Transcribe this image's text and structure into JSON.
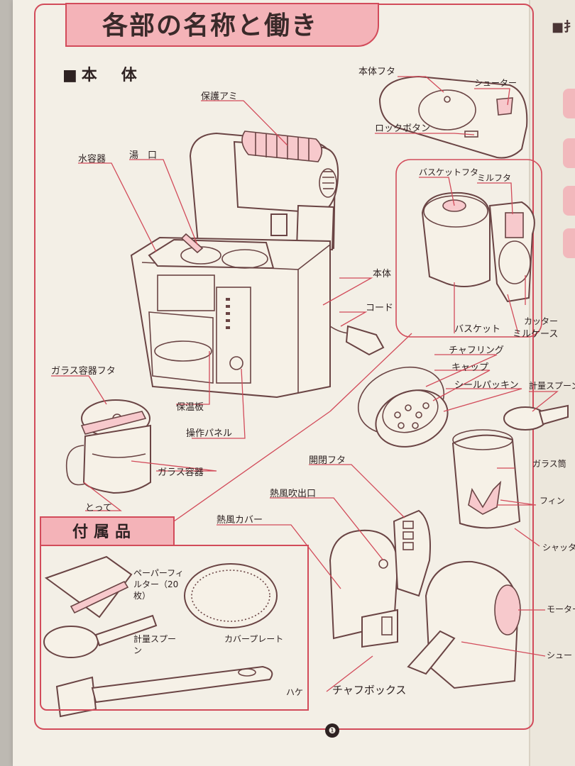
{
  "page": {
    "title": "各部の名称と働き",
    "page_number": "❶",
    "right_page_title": "■扌"
  },
  "sections": {
    "main_body": "■本　体",
    "accessories": "付属品"
  },
  "labels": {
    "main_cover": "本体フタ",
    "chute": "シューター",
    "lock_button": "ロックボタン",
    "protective_net": "保護アミ",
    "water_tank": "水容器",
    "hot_water_outlet": "湯　口",
    "body": "本体",
    "cord": "コード",
    "basket_lid": "バスケットフタ",
    "mill_lid": "ミルフタ",
    "cutter": "カッター",
    "basket": "バスケット",
    "mill_case": "ミルケース",
    "glass_lid": "ガラス容器フタ",
    "warming_plate": "保温板",
    "control_panel": "操作パネル",
    "glass_carafe": "ガラス容器",
    "handle": "とって",
    "chaff_ring": "チャフリング",
    "cap": "キャップ",
    "seal_packing": "シールパッキン",
    "measuring_spoon_right": "計量スプーン",
    "glass_cylinder": "ガラス筒",
    "fin": "フィン",
    "shutter": "シャッター",
    "open_lid": "開閉フタ",
    "hot_air_outlet": "熱風吹出口",
    "hot_air_cover": "熱風カバー",
    "motor": "モーター",
    "chute_bottom": "シュー",
    "chaff_box": "チャフボックス",
    "paper_filter": "ペーパーフィルター（20枚）",
    "measuring_spoon": "計量スプーン",
    "cover_plate": "カバープレート",
    "brush": "ハケ"
  },
  "colors": {
    "accent": "#d24b5a",
    "banner_fill": "#f4b3b8",
    "ink": "#6a4444",
    "paper": "#f3efe6"
  }
}
